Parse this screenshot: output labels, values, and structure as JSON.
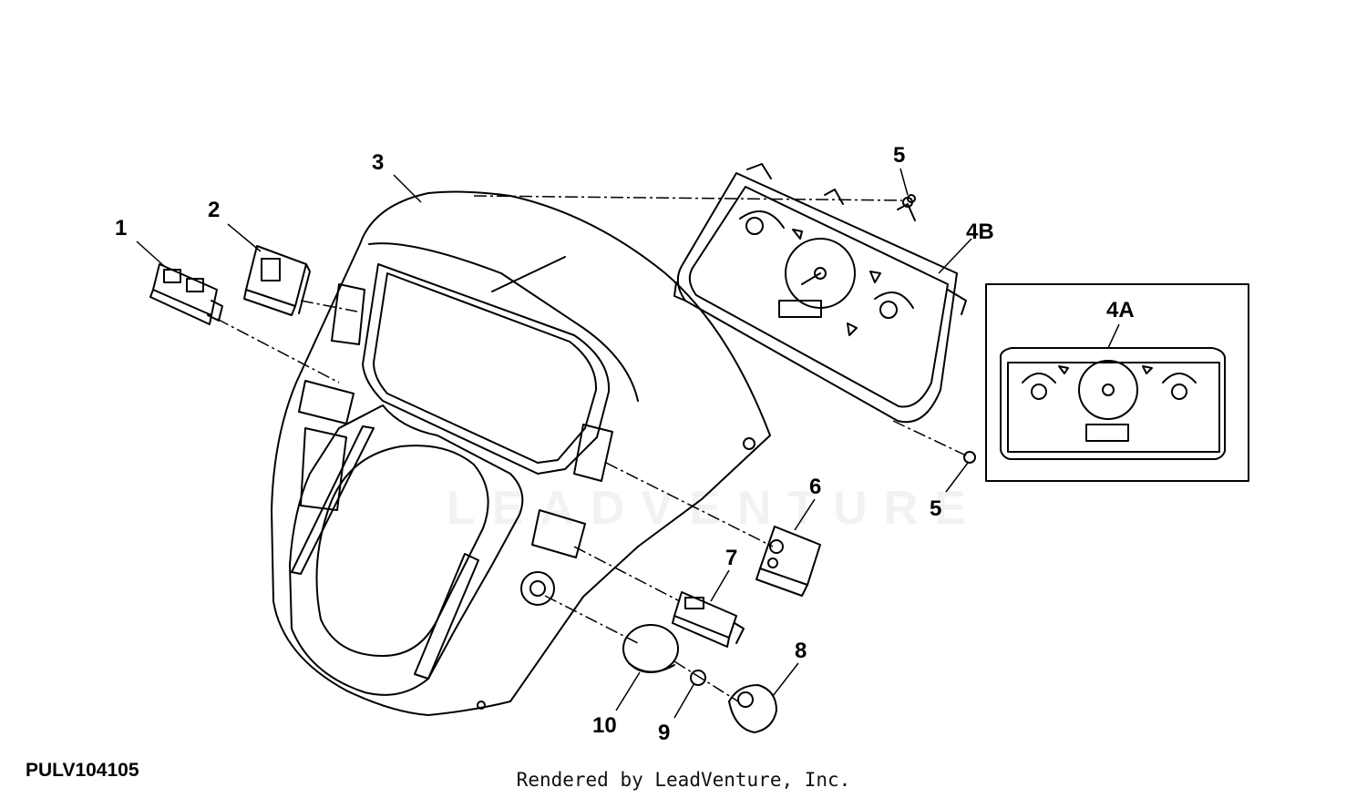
{
  "callouts": {
    "c1": "1",
    "c2": "2",
    "c3": "3",
    "c4a": "4A",
    "c4b": "4B",
    "c5_top": "5",
    "c5_bottom": "5",
    "c6": "6",
    "c7": "7",
    "c8": "8",
    "c9": "9",
    "c10": "10"
  },
  "reference_code": "PULV104105",
  "footer": "Rendered by LeadVenture, Inc.",
  "watermark": "LEADVENTURE",
  "colors": {
    "line": "#000000",
    "background": "#ffffff"
  }
}
